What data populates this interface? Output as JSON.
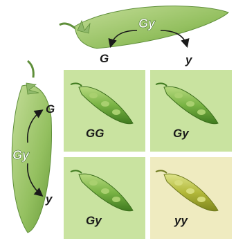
{
  "parent_top": {
    "genotype": "Gy",
    "gamete_left": "G",
    "gamete_right": "y"
  },
  "parent_left": {
    "genotype": "Gy",
    "gamete_top": "G",
    "gamete_bottom": "y"
  },
  "punnett_cells": [
    {
      "genotype": "GG",
      "pod_color": "green",
      "cell_color": "#c9e3a0"
    },
    {
      "genotype": "Gy",
      "pod_color": "green",
      "cell_color": "#c9e3a0"
    },
    {
      "genotype": "Gy",
      "pod_color": "green",
      "cell_color": "#c9e3a0"
    },
    {
      "genotype": "yy",
      "pod_color": "yellow",
      "cell_color": "#efebc0"
    }
  ],
  "colors": {
    "green_pod": "#6fae3e",
    "yellow_pod": "#b7bf3c",
    "green_cell": "#c9e3a0",
    "yellow_cell": "#efebc0",
    "label": "#1a1a1a"
  }
}
